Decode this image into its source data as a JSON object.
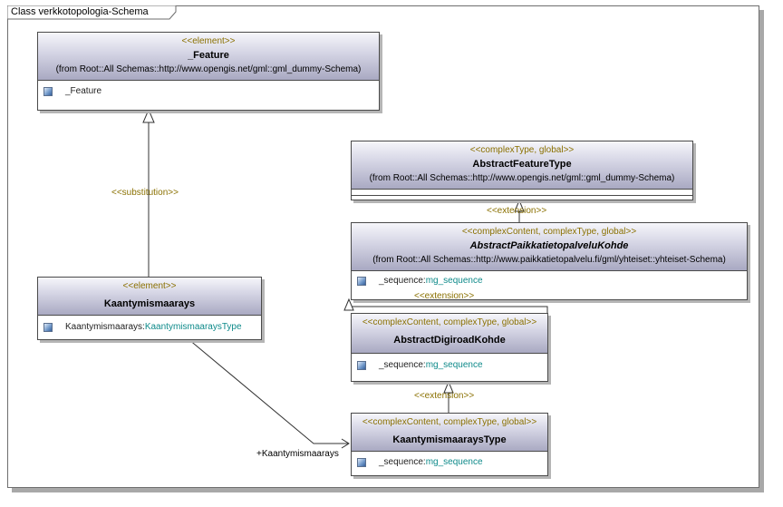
{
  "frame": {
    "title": "Class verkkotopologia-Schema"
  },
  "classes": {
    "feature": {
      "stereotype": "<<element>>",
      "name": "_Feature",
      "from": "(from Root::All Schemas::http://www.opengis.net/gml::gml_dummy-Schema)",
      "attr": "_Feature"
    },
    "abstract_feature_type": {
      "stereotype": "<<complexType, global>>",
      "name": "AbstractFeatureType",
      "from": "(from Root::All Schemas::http://www.opengis.net/gml::gml_dummy-Schema)"
    },
    "abstract_paikkatieto": {
      "stereotype": "<<complexContent, complexType, global>>",
      "name": "AbstractPaikkatietopalveluKohde",
      "from": "(from Root::All Schemas::http://www.paikkatietopalvelu.fi/gml/yhteiset::yhteiset-Schema)",
      "attr_name": "_sequence:",
      "attr_type": "mg_sequence"
    },
    "kaantymismaarays": {
      "stereotype": "<<element>>",
      "name": "Kaantymismaarays",
      "attr_name": "Kaantymismaarays:",
      "attr_type": "KaantymismaaraysType"
    },
    "abstract_digiroad": {
      "stereotype": "<<complexContent, complexType, global>>",
      "name": "AbstractDigiroadKohde",
      "attr_name": "_sequence:",
      "attr_type": "mg_sequence"
    },
    "kaantymismaarays_type": {
      "stereotype": "<<complexContent, complexType, global>>",
      "name": "KaantymismaaraysType",
      "attr_name": "_sequence:",
      "attr_type": "mg_sequence"
    }
  },
  "relations": {
    "substitution": "<<substitution>>",
    "extension_1": "<<extension>>",
    "extension_2": "<<extension>>",
    "extension_3": "<<extension>>",
    "association_role": "+Kaantymismaarays"
  },
  "colors": {
    "stereotype": "#8a7000",
    "type_ref": "#0e8a8a",
    "header_top": "#f6f6fb",
    "header_bottom": "#a9a9c2",
    "border": "#4a4a4a"
  }
}
